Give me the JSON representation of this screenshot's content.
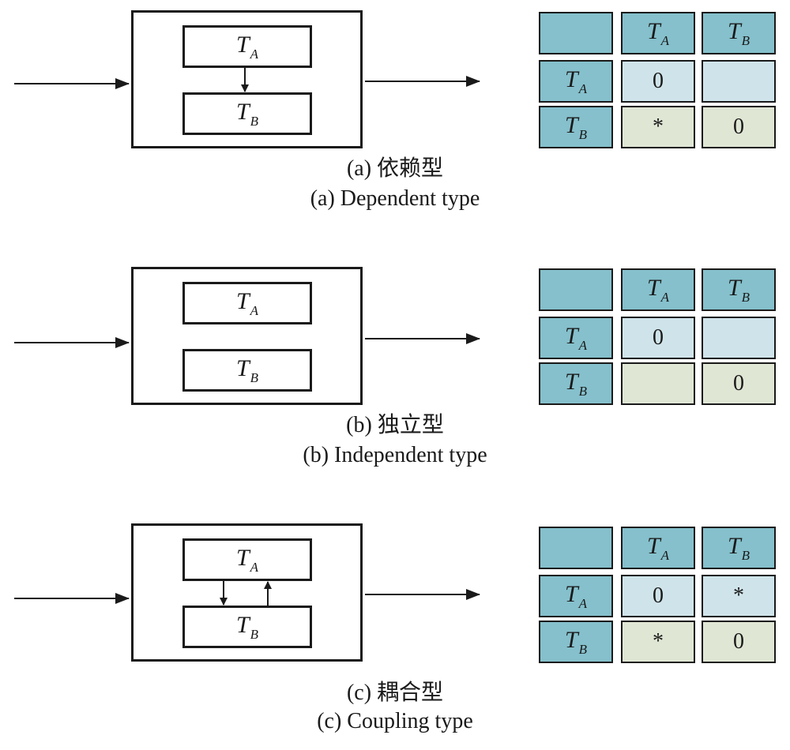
{
  "labels": {
    "task_a": "T",
    "task_a_sub": "A",
    "task_b": "T",
    "task_b_sub": "B"
  },
  "panels": [
    {
      "id": "a",
      "caption_cn": "(a) 依赖型",
      "caption_en": "(a) Dependent type",
      "inner_arrows": "A→B",
      "matrix": {
        "aa": "0",
        "ab": "",
        "ba": "*",
        "bb": "0"
      }
    },
    {
      "id": "b",
      "caption_cn": "(b) 独立型",
      "caption_en": "(b) Independent type",
      "inner_arrows": "none",
      "matrix": {
        "aa": "0",
        "ab": "",
        "ba": "",
        "bb": "0"
      }
    },
    {
      "id": "c",
      "caption_cn": "(c) 耦合型",
      "caption_en": "(c) Coupling type",
      "inner_arrows": "A→B, B→A",
      "matrix": {
        "aa": "0",
        "ab": "*",
        "ba": "*",
        "bb": "0"
      }
    }
  ],
  "colors": {
    "header": "#85c0cc",
    "upper_cell": "#cfe4ea",
    "lower_cell": "#dfe6d4",
    "line": "#1a1a1a"
  }
}
